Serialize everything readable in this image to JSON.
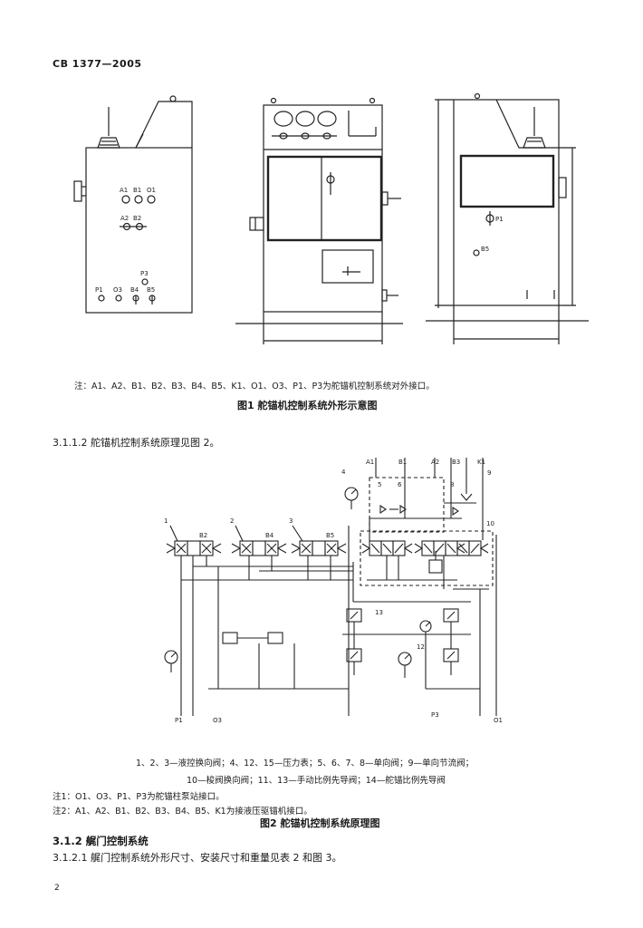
{
  "header": {
    "standard_code": "CB 1377—2005"
  },
  "figure1": {
    "labels": {
      "a1": "A1",
      "b1": "B1",
      "o1": "O1",
      "a2": "A2",
      "b2": "B2",
      "p3": "P3",
      "o3": "O3",
      "b4": "B4",
      "b5": "B5",
      "p1": "P1"
    },
    "note": "注：A1、A2、B1、B2、B3、B4、B5、K1、O1、O3、P1、P3为舵锚机控制系统对外接口。",
    "caption": "图1  舵锚机控制系统外形示意图"
  },
  "para_3112": "3.1.1.2  舵锚机控制系统原理见图 2。",
  "figure2": {
    "labels": {
      "a1": "A1",
      "b1": "B1",
      "a2": "A2",
      "b3": "B3",
      "k1": "K1",
      "b4": "B4",
      "b5": "B5",
      "b2": "B2",
      "p1": "P1",
      "o3": "O3",
      "p3": "P3",
      "o1": "O1",
      "n1": "1",
      "n2": "2",
      "n3": "3",
      "n4": "4",
      "n5": "5",
      "n6": "6",
      "n8": "8",
      "n9": "9",
      "n10": "10",
      "n12": "12",
      "n13": "13"
    },
    "legend_line1": "1、2、3—液控换向阀；4、12、15—压力表；5、6、7、8—单向阀；9—单向节流阀；",
    "legend_line2": "10—梭阀换向阀；11、13—手动比例先导阀；14—舵锚比例先导阀",
    "note1": "注1：O1、O3、P1、P3为舵锚柱泵站接口。",
    "note2": "注2：A1、A2、B1、B2、B3、B4、B5、K1为接液压驱锚机接口。",
    "caption": "图2  舵锚机控制系统原理图"
  },
  "section_312": "3.1.2  艉门控制系统",
  "para_3121": "3.1.2.1  艉门控制系统外形尺寸、安装尺寸和重量见表 2 和图 3。",
  "page_number": "2"
}
